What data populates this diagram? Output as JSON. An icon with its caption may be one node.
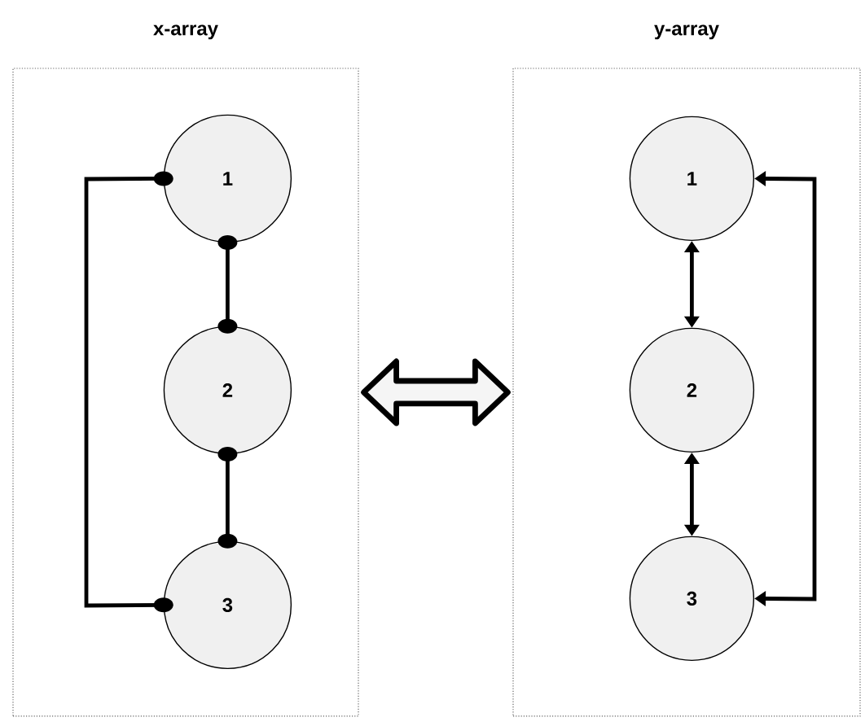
{
  "diagram": {
    "nodes": [
      {
        "text": [
          "x-array"
        ]
      },
      {
        "text": [
          "1"
        ],
        "in": 0
      },
      {
        "text": [
          "2"
        ],
        "in": 0
      },
      {
        "text": [
          "3"
        ],
        "in": 0
      },
      {
        "text": [
          "y-array"
        ]
      },
      {
        "text": [
          "1"
        ],
        "in": 4
      },
      {
        "text": [
          "2"
        ],
        "in": 4
      },
      {
        "text": [
          "3"
        ],
        "in": 4
      }
    ],
    "edges": [
      {
        "from": 1,
        "to": 2,
        "arrow": "other"
      },
      {
        "from": 2,
        "to": 3,
        "arrow": "other"
      },
      {
        "from": 1,
        "to": 3,
        "arrow": "other"
      },
      {
        "from": 5,
        "to": 6,
        "arrow": "both"
      },
      {
        "from": 6,
        "to": 7,
        "arrow": "both"
      },
      {
        "from": 5,
        "to": 7,
        "arrow": "both"
      },
      {
        "from": 0,
        "to": 4,
        "arrow": "both",
        "style": "thick"
      }
    ]
  }
}
